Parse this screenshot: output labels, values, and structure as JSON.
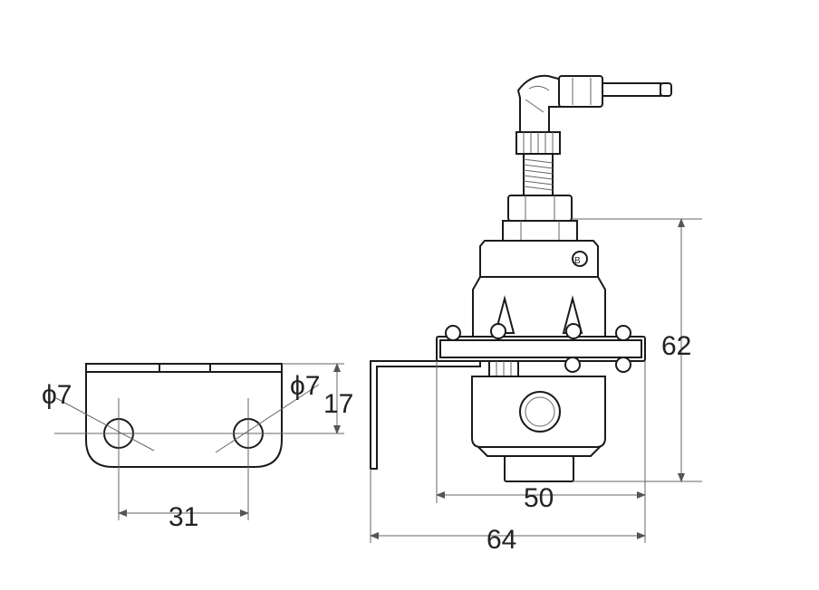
{
  "bracket_view": {
    "hole_left_label": "ϕ7",
    "hole_right_label": "ϕ7",
    "height_dim": "17",
    "hole_spacing_dim": "31"
  },
  "regulator_view": {
    "height_dim": "62",
    "body_width_dim": "50",
    "overall_width_dim": "64"
  }
}
